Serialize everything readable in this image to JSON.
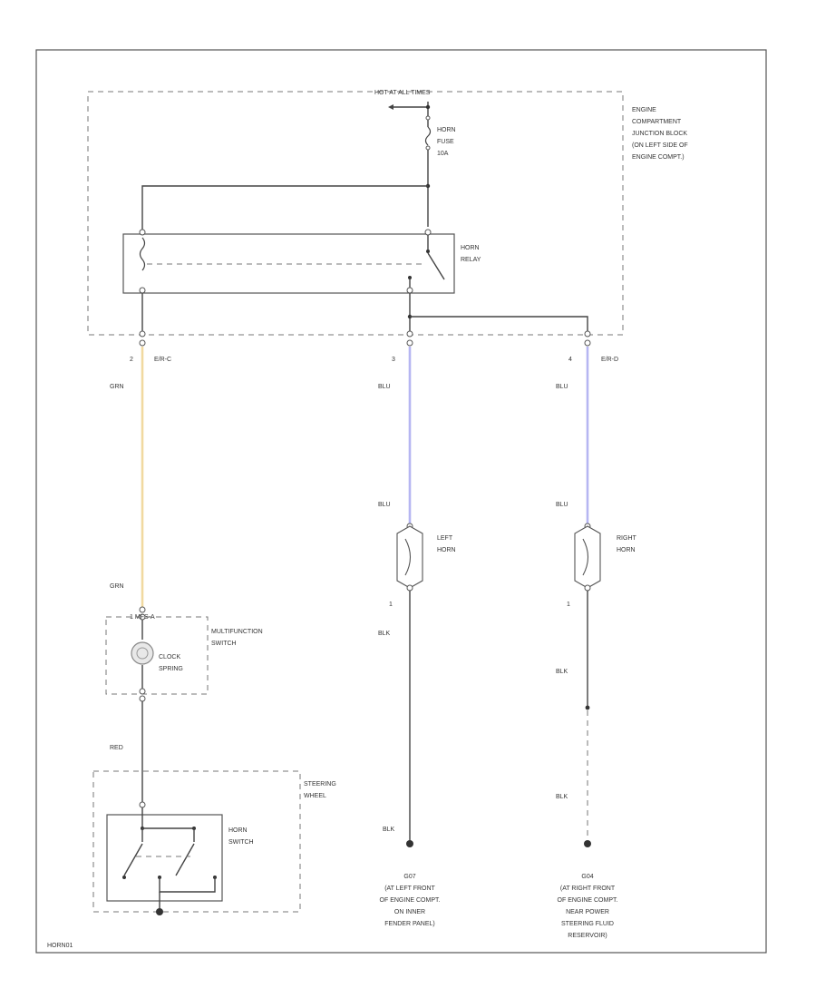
{
  "diagram": {
    "footer_code": "HORN01",
    "top_source": "HOT AT ALL TIMES",
    "engine_block": [
      "ENGINE",
      "COMPARTMENT",
      "JUNCTION BLOCK",
      "(ON LEFT SIDE OF",
      "ENGINE COMPT.)"
    ],
    "fuse": [
      "HORN",
      "FUSE",
      "10A"
    ],
    "relay": [
      "HORN",
      "RELAY"
    ],
    "connector_left": {
      "pin": "2",
      "name": "E/R-C"
    },
    "connector_mid": {
      "pin": "3"
    },
    "connector_right": {
      "pin": "4",
      "name": "E/R-D"
    },
    "wires": {
      "left_top": "GRN",
      "left_bottom": "GRN",
      "mid_top": "BLU",
      "mid_bottom": "BLU",
      "right_top": "BLU",
      "right_bottom": "BLU",
      "red": "RED",
      "mid_blk_upper": "BLK",
      "mid_blk_lower": "BLK",
      "right_blk_upper": "BLK",
      "right_blk_lower": "BLK"
    },
    "multifunction_connector": "1  MFS-A",
    "multifunction_switch": [
      "MULTIFUNCTION",
      "SWITCH"
    ],
    "clock_spring": [
      "CLOCK",
      "SPRING"
    ],
    "steering_wheel": [
      "STEERING",
      "WHEEL"
    ],
    "horn_switch": [
      "HORN",
      "SWITCH"
    ],
    "left_horn": [
      "LEFT",
      "HORN"
    ],
    "right_horn": [
      "RIGHT",
      "HORN"
    ],
    "left_horn_pin": "1",
    "right_horn_pin": "1",
    "ground_left": [
      "G07",
      "(AT LEFT FRONT",
      "OF ENGINE COMPT.",
      "ON INNER",
      "FENDER PANEL)"
    ],
    "ground_right": [
      "G04",
      "(AT RIGHT FRONT",
      "OF ENGINE COMPT.",
      "NEAR POWER",
      "STEERING FLUID",
      "RESERVOIR)"
    ],
    "colors": {
      "green_wire": "#f1d9a0",
      "blue_wire": "#b6b6f2",
      "line": "#444444"
    }
  }
}
